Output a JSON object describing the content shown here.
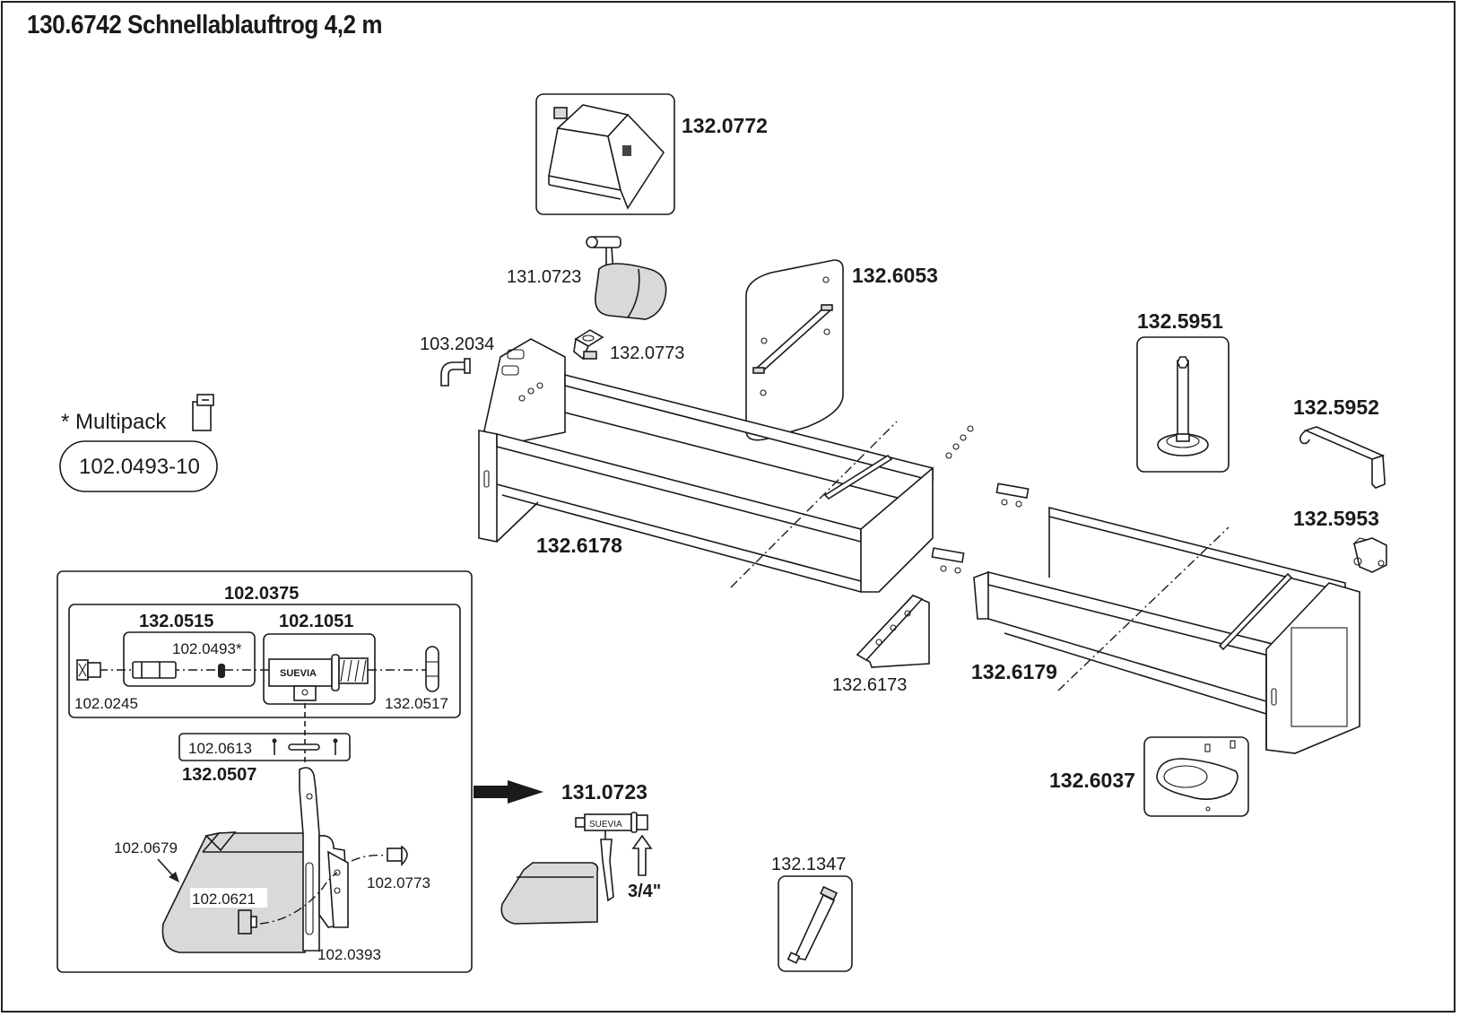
{
  "title": "130.6742 Schnellablauftrog 4,2 m",
  "multipack": {
    "label": "* Multipack",
    "part_number": "102.0493-10"
  },
  "parts": {
    "cover_box": "132.0772",
    "valve_float_top": "131.0723",
    "bracket_top": "132.0773",
    "elbow": "103.2034",
    "brace_set": "132.6053",
    "trough_left": "132.6178",
    "support_bracket": "132.6173",
    "trough_right": "132.6179",
    "leg_pin": "132.5951",
    "hook_bracket": "132.5952",
    "clamp_bracket": "132.5953",
    "drain_plate": "132.6037",
    "grease_tube": "132.1347",
    "valve_float_bottom": "131.0723"
  },
  "detail_box": {
    "assembly": "102.0375",
    "sub_left": "132.0515",
    "sub_left_inner": "102.0493*",
    "sub_right": "102.1051",
    "brand": "SUEVIA",
    "plug": "102.0245",
    "nut": "132.0517",
    "pin_set": "102.0613",
    "lever": "132.0507",
    "float_body": "102.0679",
    "knob": "102.0621",
    "rivet": "102.0773",
    "plate": "102.0393"
  },
  "thread_size": "3/4\""
}
